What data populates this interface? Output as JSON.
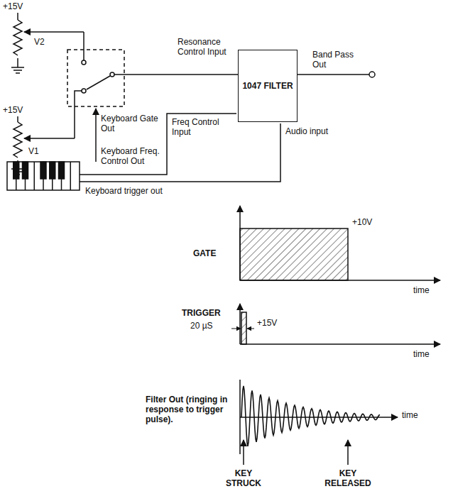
{
  "diagram": {
    "nodes": [
      {
        "text": [
          "1047 FILTER"
        ]
      }
    ],
    "labels": [
      "+15V",
      "V2",
      "+15V",
      "V1",
      "Resonance Control Input",
      "Band Pass Out",
      "Freq Control Input",
      "Audio input",
      "Keyboard Gate Out",
      "Keyboard Freq. Control Out",
      "Keyboard trigger out",
      "GATE",
      "+10V",
      "time",
      "TRIGGER",
      "20 µS",
      "+15V",
      "time",
      "Filter Out (ringing in response to trigger pulse).",
      "time",
      "KEY STRUCK",
      "KEY RELEASED"
    ]
  }
}
